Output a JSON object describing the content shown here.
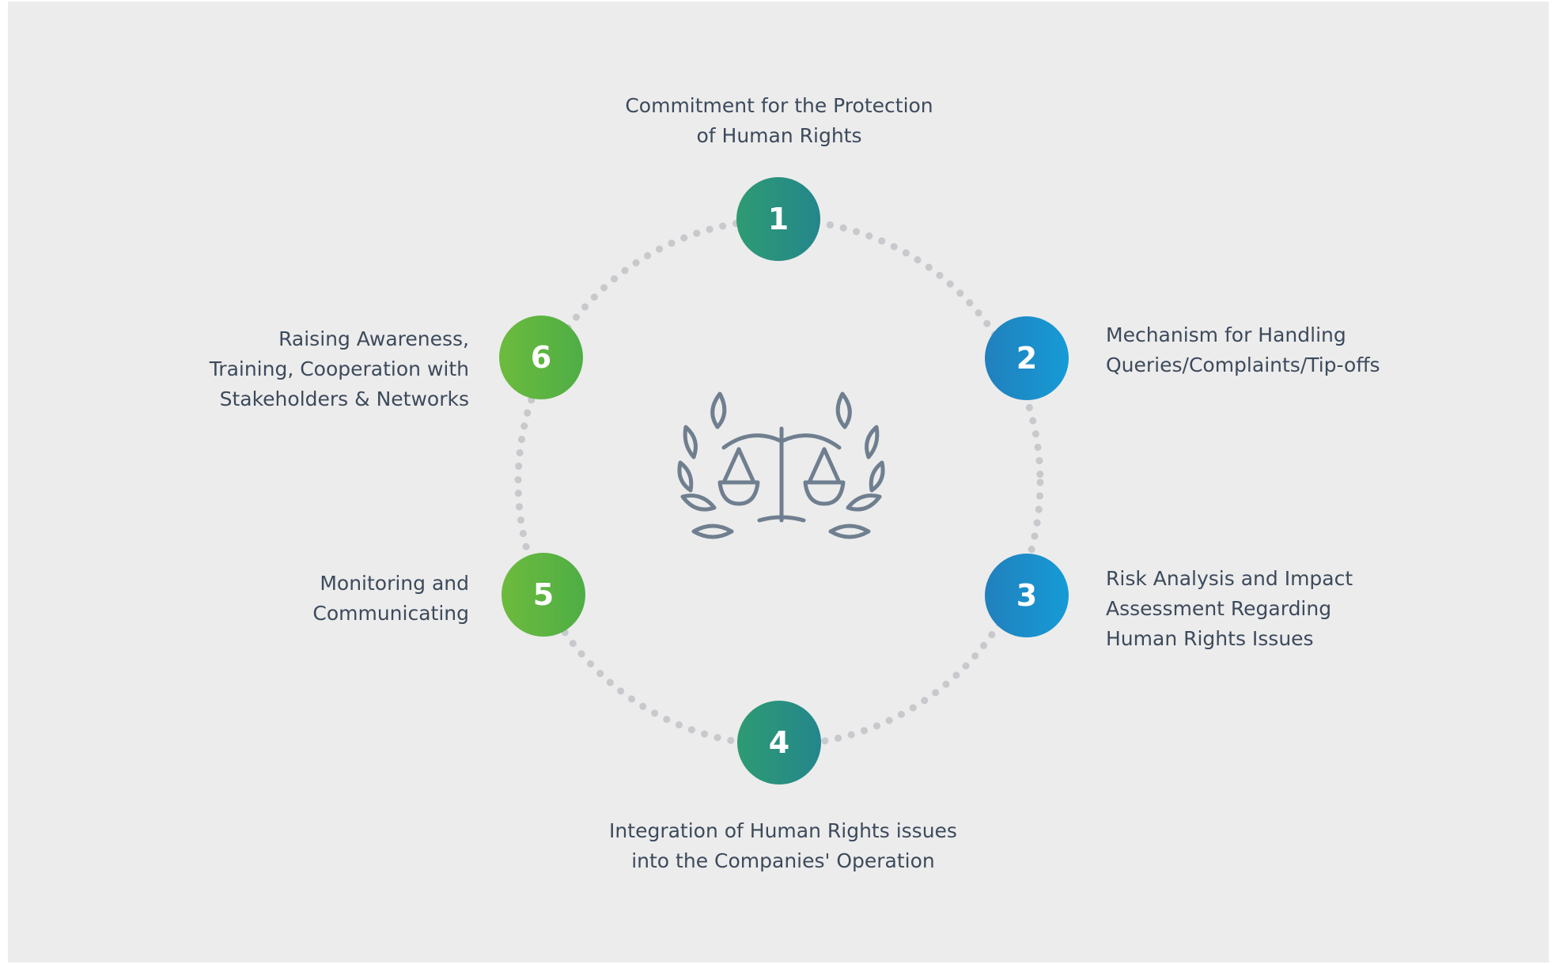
{
  "colors": {
    "background": "#ececec",
    "text": "#3d4a5c",
    "dots": "#c7c9cc",
    "icon": "#6f7f8f",
    "teal": "#2a9479",
    "blue": "#1c8fcb",
    "green": "#5ab543"
  },
  "center_icon": "scales-of-justice-with-laurel-icon",
  "steps": [
    {
      "number": "1",
      "color": "teal",
      "lines": [
        "Commitment for the Protection",
        "of Human Rights"
      ]
    },
    {
      "number": "2",
      "color": "blue",
      "lines": [
        "Mechanism for Handling",
        "Queries/Complaints/Tip-offs"
      ]
    },
    {
      "number": "3",
      "color": "blue",
      "lines": [
        "Risk Analysis and Impact",
        "Assessment Regarding",
        "Human Rights Issues"
      ]
    },
    {
      "number": "4",
      "color": "teal",
      "lines": [
        "Integration of Human Rights issues",
        "into the Companies' Operation"
      ]
    },
    {
      "number": "5",
      "color": "green",
      "lines": [
        "Monitoring and",
        "Communicating"
      ]
    },
    {
      "number": "6",
      "color": "green",
      "lines": [
        "Raising Awareness,",
        "Training, Cooperation with",
        "Stakeholders & Networks"
      ]
    }
  ]
}
